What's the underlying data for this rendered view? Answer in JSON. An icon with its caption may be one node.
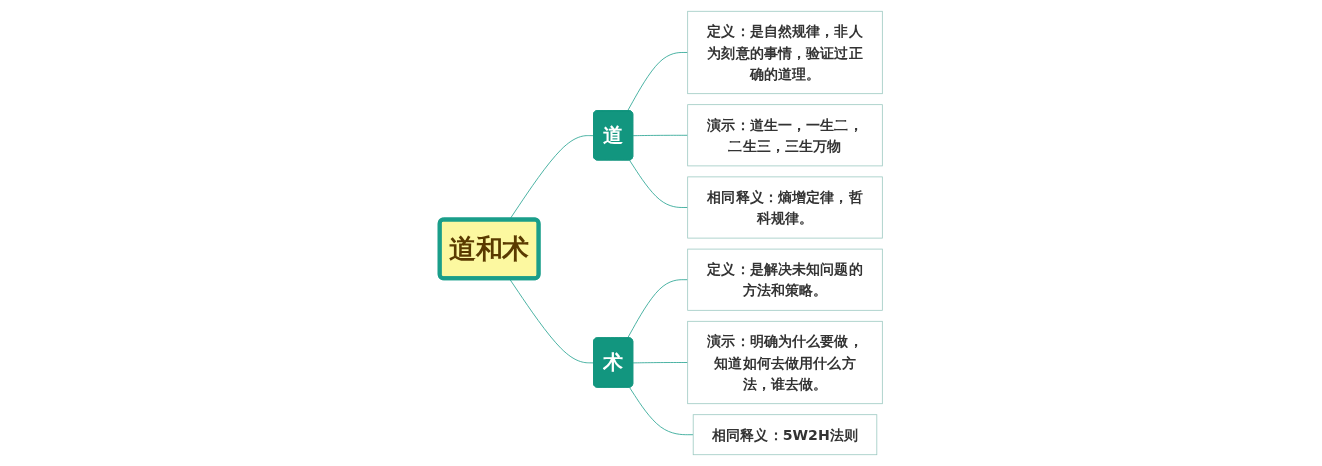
{
  "diagram": {
    "nodes": [
      {
        "text": [
          "道和术"
        ]
      },
      {
        "text": [
          "道"
        ]
      },
      {
        "text": [
          "定义：是自然规律，非人为刻意的事情，验证过正确的道理。"
        ]
      },
      {
        "text": [
          "演示：道生一，一生二，二生三，三生万物"
        ]
      },
      {
        "text": [
          "相同释义：熵增定律，哲科规律。"
        ]
      },
      {
        "text": [
          "术"
        ]
      },
      {
        "text": [
          "定义：是解决未知问题的方法和策略。"
        ]
      },
      {
        "text": [
          "演示：明确为什么要做，知道如何去做用什么方法，谁去做。"
        ]
      },
      {
        "text": [
          "相同释义：5W2H法则"
        ]
      }
    ],
    "edges": [
      {
        "from": 0,
        "to": 1,
        "arrow": "none"
      },
      {
        "from": 1,
        "to": 2,
        "arrow": "none"
      },
      {
        "from": 1,
        "to": 3,
        "arrow": "none"
      },
      {
        "from": 1,
        "to": 4,
        "arrow": "none"
      },
      {
        "from": 0,
        "to": 5,
        "arrow": "none"
      },
      {
        "from": 5,
        "to": 6,
        "arrow": "none"
      },
      {
        "from": 5,
        "to": 7,
        "arrow": "none"
      },
      {
        "from": 5,
        "to": 8,
        "arrow": "none"
      }
    ]
  }
}
